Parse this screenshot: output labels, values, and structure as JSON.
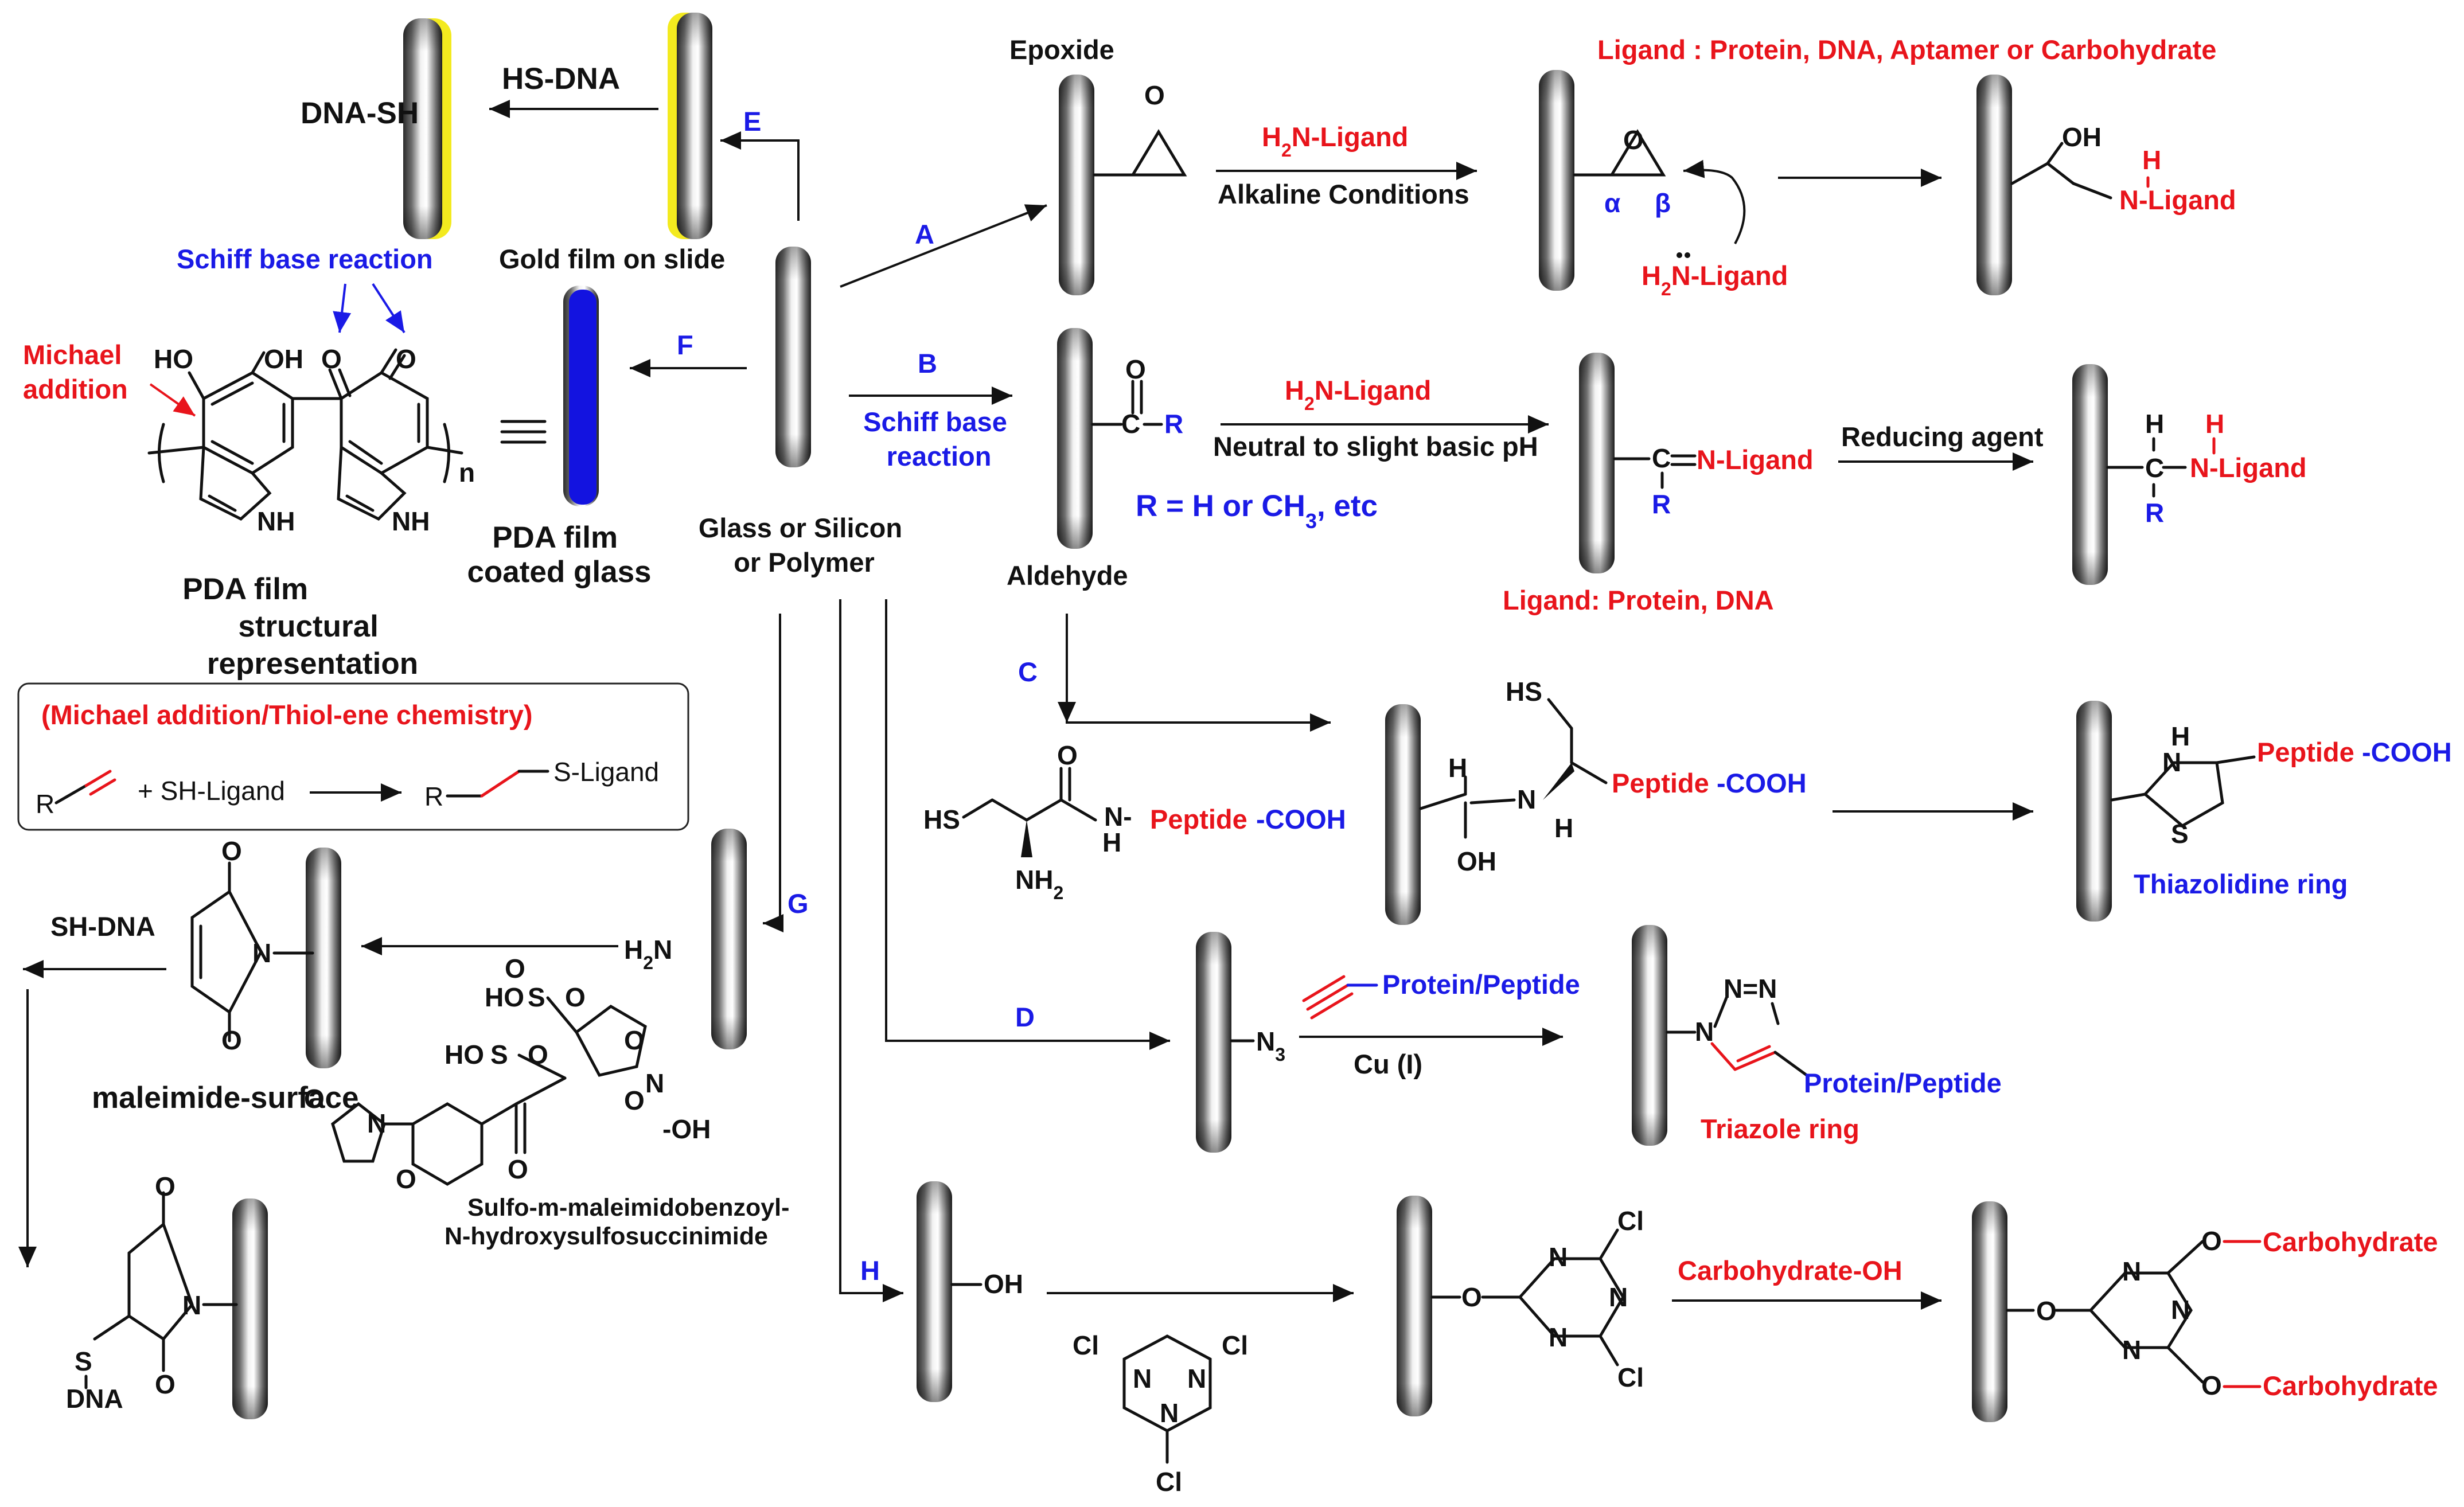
{
  "labels": {
    "dna_sh": "DNA-SH",
    "hs_dna": "HS-DNA",
    "gold_film": "Gold film on slide",
    "schiff_base_top": "Schiff base reaction",
    "michael_addition": "Michael\naddition",
    "n_sub": "n",
    "pda_film_coated": "PDA film\ncoated glass",
    "pda_structural": "PDA film\nstructural\nrepresentation",
    "glass": "Glass or Silicon\nor Polymer",
    "thiol_ene_title": "(Michael addition/Thiol-ene chemistry)",
    "thiol_ene_r1": "R",
    "thiol_ene_mid": "+ SH-Ligand",
    "thiol_ene_r2": "R",
    "thiol_ene_product": "S-Ligand",
    "sh_dna": "SH-DNA",
    "maleimide_surface": "maleimide-surface",
    "sulfo_smbs": "Sulfo-m-maleimidobenzoyl-\nN-hydroxysulfosuccinimide",
    "h2n": "H2N",
    "epoxide": "Epoxide",
    "a_reagent": "H2N-Ligand",
    "a_cond": "Alkaline Conditions",
    "ligand_list": "Ligand : Protein, DNA, Aptamer or Carbohydrate",
    "alpha": "α",
    "beta": "β",
    "a_nuc": "H2N-Ligand",
    "a_oh": "OH",
    "a_h": "H",
    "a_nligand": "N-Ligand",
    "b_schiff": "Schiff base\nreaction",
    "aldehyde": "Aldehyde",
    "r_def": "R = H or CH3, etc",
    "b_reagent": "H2N-Ligand",
    "b_cond": "Neutral to slight basic pH",
    "b_imine": "C =N-Ligand",
    "b_r": "R",
    "ligand_pd": "Ligand: Protein, DNA",
    "reducing": "Reducing agent",
    "b_prod_h": "H",
    "b_prod_c": "C",
    "b_prod_r": "R",
    "b_prod_nh": "H",
    "b_prod_n": "N-Ligand",
    "c_hs": "HS",
    "c_nh2": "NH2",
    "c_h": "H",
    "c_nhpep": "N-",
    "c_peptide": "Peptide",
    "c_cooh": "-COOH",
    "c_o": "O",
    "ci_hs": "HS",
    "ci_h": "H",
    "ci_n": "N",
    "ci_nh": "H",
    "ci_oh": "OH",
    "ci_peptide": "Peptide",
    "ci_cooh": "-COOH",
    "th_h": "H",
    "th_n": "N",
    "th_s": "S",
    "th_peptide": "Peptide",
    "th_cooh": "-COOH",
    "thiazolidine": "Thiazolidine ring",
    "n3": "N3",
    "alkyne_reagent": "Protein/Peptide",
    "cu": "Cu (I)",
    "triazole_n": "N",
    "triazole_nn": "N=N",
    "triazole_pp": "Protein/Peptide",
    "triazole_ring": "Triazole ring",
    "h_oh": "OH",
    "cl": "Cl",
    "carb_oh": "Carbohydrate-OH",
    "carbohydrate": "Carbohydrate",
    "o": "O",
    "ho": "HO",
    "oh": "OH",
    "nh": "NH",
    "n": "N",
    "s": "S",
    "dna": "DNA",
    "so2": "S",
    "letters": {
      "A": "A",
      "B": "B",
      "C": "C",
      "D": "D",
      "E": "E",
      "F": "F",
      "G": "G",
      "H": "H"
    }
  },
  "colors": {
    "red": "#e8141b",
    "blue": "#1a1ae6",
    "gold": "#f3ea1f",
    "pda": "#1313e0"
  }
}
